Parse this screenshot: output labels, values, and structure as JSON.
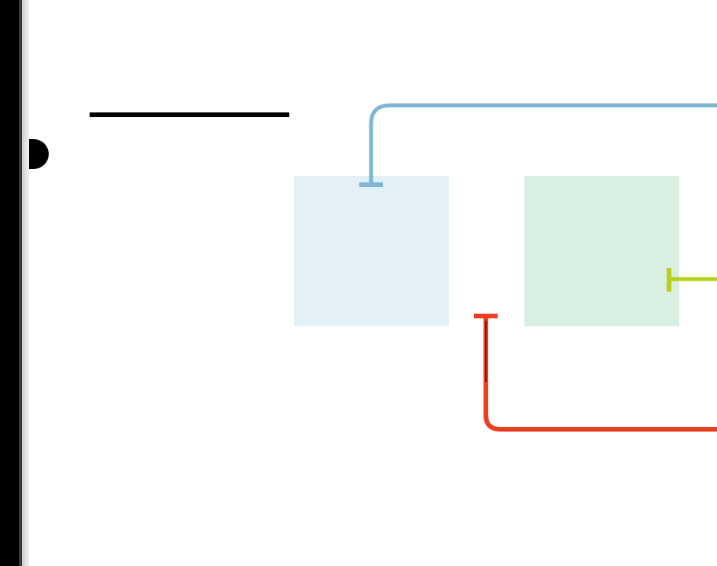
{
  "diagram": {
    "blocks": [
      {
        "name": "block-blue",
        "fill": "#e3f1f6"
      },
      {
        "name": "block-green",
        "fill": "#d8efe1"
      }
    ],
    "connectors": [
      {
        "name": "connector-blue",
        "color": "#7db7d3",
        "ends": "t-bar"
      },
      {
        "name": "connector-red",
        "color": "#eb4022",
        "ends": "t-bar"
      },
      {
        "name": "connector-lime",
        "color": "#b6d11a",
        "ends": "t-bar"
      }
    ],
    "decorations": {
      "left_bar_color": "#000000",
      "rule_color": "#000000"
    }
  }
}
